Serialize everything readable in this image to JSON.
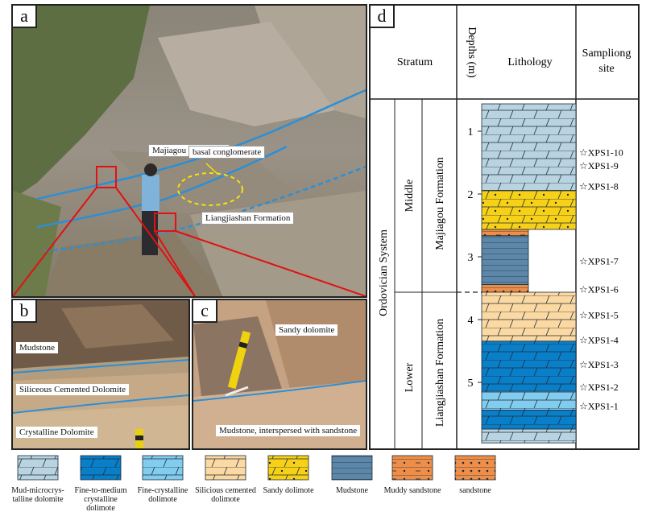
{
  "panel_a": {
    "label": "a",
    "tags": {
      "majiagou": "Majiagou Formation",
      "basal": "basal conglomerate",
      "liangjiashan": "Liangjiashan Formation"
    }
  },
  "panel_b": {
    "label": "b",
    "tags": {
      "mudstone": "Mudstone",
      "siliceous": "Siliceous Cemented Dolomite",
      "crystalline": "Crystalline Dolomite"
    }
  },
  "panel_c": {
    "label": "c",
    "tags": {
      "sandy": "Sandy dolomite",
      "mud_sand": "Mudstone, interspersed with sandstone"
    }
  },
  "panel_d": {
    "label": "d",
    "headers": {
      "stratum": "Stratum",
      "depths": "Depths (m)",
      "lithology": "Lithology",
      "sampling_line1": "Sampliong",
      "sampling_line2": "site"
    },
    "system": "Ordovician System",
    "series": {
      "middle": "Middle",
      "lower": "Lower"
    },
    "formations": {
      "majiagou": "Majiagou Formation",
      "liangjiashan": "Liangjiashan Formation"
    },
    "depth_ticks": [
      "1",
      "2",
      "3",
      "4",
      "5"
    ],
    "samples": [
      "XPS1-10",
      "XPS1-9",
      "XPS1-8",
      "XPS1-7",
      "XPS1-6",
      "XPS1-5",
      "XPS1-4",
      "XPS1-3",
      "XPS1-2",
      "XPS1-1"
    ],
    "layers": [
      {
        "type": "mud_micro",
        "from": 0.0,
        "to": 1.38
      },
      {
        "type": "sandy_dol",
        "from": 1.38,
        "to": 2.0
      },
      {
        "type": "muddy_ss",
        "from": 2.0,
        "to": 2.1
      },
      {
        "type": "mudstone",
        "from": 2.1,
        "to": 2.88
      },
      {
        "type": "sandstone",
        "from": 2.88,
        "to": 3.0
      },
      {
        "type": "siliceous",
        "from": 3.0,
        "to": 3.78
      },
      {
        "type": "fine_med",
        "from": 3.78,
        "to": 4.58
      },
      {
        "type": "fine_cry",
        "from": 4.58,
        "to": 4.88
      },
      {
        "type": "fine_med",
        "from": 4.88,
        "to": 5.18
      },
      {
        "type": "mud_micro",
        "from": 5.18,
        "to": 5.4
      }
    ]
  },
  "legend": [
    {
      "key": "mud_micro",
      "label": "Mud-microcrys-talline dolomite",
      "color": "#b9d3e0"
    },
    {
      "key": "fine_med",
      "label": "Fine-to-medium crystalline dolimote",
      "color": "#0a7fc9"
    },
    {
      "key": "fine_cry",
      "label": "Fine-crystalline dolimote",
      "color": "#82cdef"
    },
    {
      "key": "siliceous",
      "label": "Silicious cemented dolimote",
      "color": "#fcd9a2"
    },
    {
      "key": "sandy_dol",
      "label": "Sandy dolimote",
      "color": "#f7d117"
    },
    {
      "key": "mudstone",
      "label": "Mudstone",
      "color": "#5d87a8"
    },
    {
      "key": "muddy_ss",
      "label": "Muddy sandstone",
      "color": "#ee8e49"
    },
    {
      "key": "sandstone",
      "label": "sandstone",
      "color": "#ee8e49"
    }
  ]
}
